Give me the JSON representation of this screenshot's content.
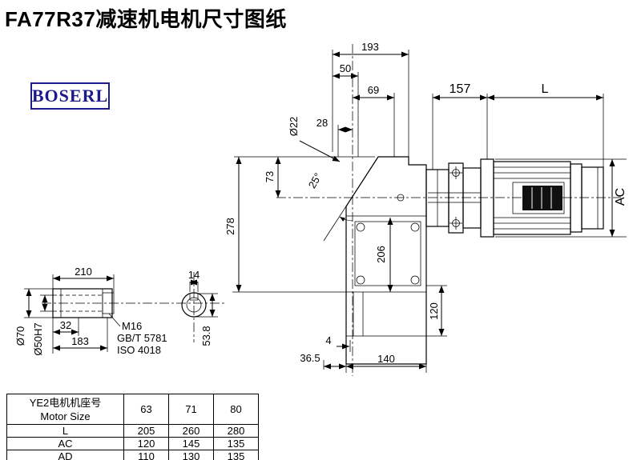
{
  "page": {
    "title": "FA77R37减速机电机尺寸图纸",
    "logo": "BOSERL"
  },
  "dims": {
    "top": {
      "d193": "193",
      "d50": "50",
      "d69": "69",
      "d28": "28",
      "phi22": "Ø22",
      "d157": "157",
      "L": "L"
    },
    "left": {
      "d73": "73",
      "d278": "278",
      "angle": "25°"
    },
    "inner": {
      "d206": "206",
      "d120": "120"
    },
    "right": {
      "AC": "AC"
    },
    "bottom": {
      "d4": "4",
      "d36_5": "36.5",
      "d140": "140"
    },
    "shaft": {
      "d210": "210",
      "d14": "14",
      "d32": "32",
      "d183": "183",
      "phi70": "Ø70",
      "phi50": "Ø50H7",
      "m16": "M16",
      "gb": "GB/T 5781",
      "iso": "ISO 4018",
      "d53_8": "53.8"
    }
  },
  "table": {
    "col_header_line1": "YE2电机机座号",
    "col_header_line2": "Motor Size",
    "sizes": [
      "63",
      "71",
      "80"
    ],
    "rows": [
      {
        "label": "L",
        "values": [
          "205",
          "260",
          "280"
        ]
      },
      {
        "label": "AC",
        "values": [
          "120",
          "145",
          "135"
        ]
      },
      {
        "label": "AD",
        "values": [
          "110",
          "130",
          "135"
        ]
      }
    ]
  },
  "colors": {
    "line": "#000000",
    "logo": "#1a1a8c"
  }
}
